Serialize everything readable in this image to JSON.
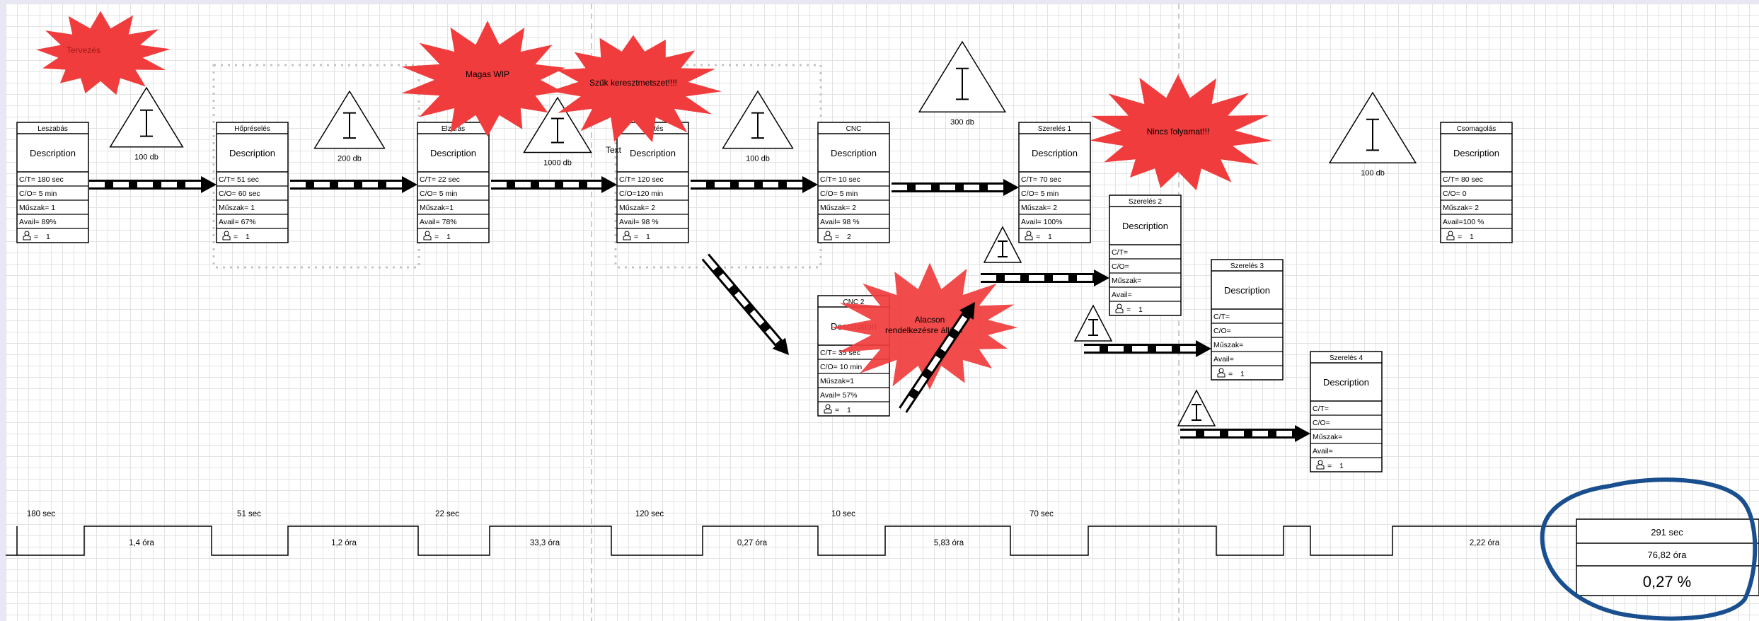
{
  "bursts": {
    "tervezes": "Tervezés",
    "magas_wip": "Magas WIP",
    "szuk": "Szűk keresztmetszet!!!!",
    "nincs": "Nincs folyamat!!!",
    "alacson_1": "Alacson",
    "alacson_2": "rendelkezésre állás!!"
  },
  "processes": [
    {
      "title": "Leszabás",
      "desc": "Description",
      "rows": [
        "C/T= 180 sec",
        "C/O= 5 min",
        "Műszak= 1",
        "Avail= 89%"
      ],
      "operators": "1"
    },
    {
      "title": "Hőpréselés",
      "desc": "Description",
      "rows": [
        "C/T= 51 sec",
        "C/O= 60 sec",
        "Műszak= 1",
        "Avail= 67%"
      ],
      "operators": "1"
    },
    {
      "title": "Elzárás",
      "desc": "Description",
      "rows": [
        "C/T= 22 sec",
        "C/O= 5 min",
        "Műszak=1",
        "Avail= 78%"
      ],
      "operators": "1"
    },
    {
      "title": "Festés",
      "desc": "Description",
      "rows": [
        "C/T= 120 sec",
        "C/O=120 min",
        "Műszak= 2",
        "Avail= 98 %"
      ],
      "operators": "1"
    },
    {
      "title": "CNC",
      "desc": "Description",
      "rows": [
        "C/T= 10 sec",
        "C/O= 5 min",
        "Műszak= 2",
        "Avail= 98 %"
      ],
      "operators": "2"
    },
    {
      "title": "Szerelés 1",
      "desc": "Description",
      "rows": [
        "C/T= 70 sec",
        "C/O= 5 min",
        "Műszak= 2",
        "Avail= 100%"
      ],
      "operators": "1"
    },
    {
      "title": "Csomagolás",
      "desc": "Description",
      "rows": [
        "C/T= 80 sec",
        "C/O= 0",
        "Műszak= 2",
        "Avail=100 %"
      ],
      "operators": "1"
    },
    {
      "title": "CNC 2",
      "desc": "Description",
      "rows": [
        "C/T= 35 sec",
        "C/O= 10 min",
        "Műszak=1",
        "Avail= 57%"
      ],
      "operators": "1"
    },
    {
      "title": "Szerelés 2",
      "desc": "Description",
      "rows": [
        "C/T=",
        "C/O=",
        "Műszak=",
        "Avail="
      ],
      "operators": "1"
    },
    {
      "title": "Szerelés 3",
      "desc": "Description",
      "rows": [
        "C/T=",
        "C/O=",
        "Műszak=",
        "Avail="
      ],
      "operators": "1"
    },
    {
      "title": "Szerelés 4",
      "desc": "Description",
      "rows": [
        "C/T=",
        "C/O=",
        "Műszak=",
        "Avail="
      ],
      "operators": "1"
    }
  ],
  "inventories": [
    "100 db",
    "200 db",
    "1000 db",
    "100 db",
    "300 db",
    "100 db"
  ],
  "text_label": "Text",
  "timeline": {
    "cycle_times": [
      "180 sec",
      "51 sec",
      "22 sec",
      "120 sec",
      "10 sec",
      "70 sec"
    ],
    "wait_times": [
      "1,4 óra",
      "1,2 óra",
      "33,3 óra",
      "0,27 óra",
      "5,83 óra",
      "2,22 óra"
    ]
  },
  "summary": {
    "total_ct": "291 sec",
    "total_lead": "76,82 óra",
    "ratio": "0,27 %"
  },
  "colors": {
    "burst": "#f03c3c",
    "highlight_circle": "#1a4f8f",
    "grid": "#e3e3e3",
    "background": "#e8e8f4"
  }
}
